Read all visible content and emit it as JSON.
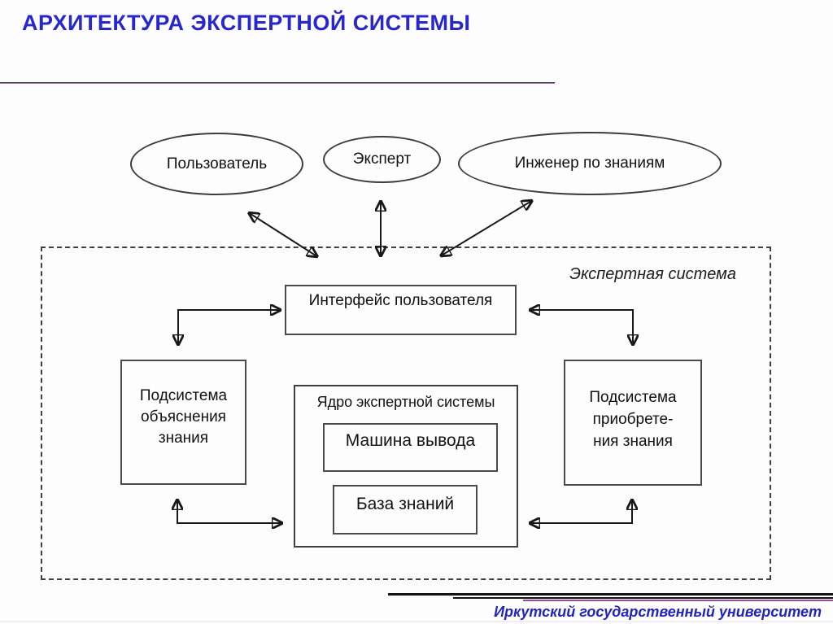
{
  "title": "АРХИТЕКТУРА ЭКСПЕРТНОЙ СИСТЕМЫ",
  "actors": [
    {
      "label": "Пользователь"
    },
    {
      "label": "Эксперт"
    },
    {
      "label": "Инженер по знаниям"
    }
  ],
  "system": {
    "label": "Экспертная система",
    "interface_label": "Интерфейс пользователя",
    "explanation": {
      "lines": [
        "Подсистема",
        "объяснения",
        "знания"
      ]
    },
    "acquisition": {
      "lines": [
        "Подсистема",
        "приобрете-",
        "ния знания"
      ]
    },
    "core": {
      "title": "Ядро экспертной системы",
      "inference": "Машина вывода",
      "knowledge_base": "База знаний"
    }
  },
  "footer": {
    "org": "Иркутский государственный университет"
  },
  "colors": {
    "title_blue": "#2727cd",
    "footer_blue": "#2323c0",
    "accent_purple": "#9b46a0",
    "line_dark": "#181818"
  }
}
